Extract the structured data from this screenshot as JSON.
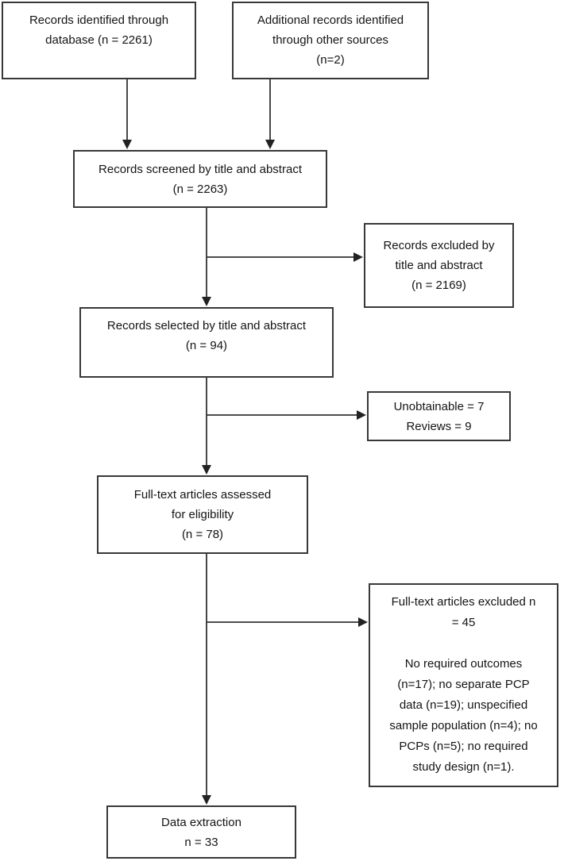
{
  "diagram": {
    "type": "flowchart",
    "nodes": {
      "identified_database": {
        "text": "Records identified through\ndatabase (n = 2261)"
      },
      "identified_other": {
        "text": "Additional records identified\nthrough other sources\n(n=2)"
      },
      "screened": {
        "text": "Records screened by title and abstract\n(n = 2263)"
      },
      "excluded_title_abstract": {
        "text": "Records excluded by\ntitle and abstract\n(n = 2169)"
      },
      "selected": {
        "text": "Records selected by title and abstract\n(n = 94)"
      },
      "unobtainable": {
        "text": "Unobtainable = 7\nReviews = 9"
      },
      "fulltext_assessed": {
        "text": "Full-text articles assessed\nfor eligibility\n(n = 78)"
      },
      "fulltext_excluded": {
        "text": "Full-text articles excluded n\n= 45\n\nNo required outcomes\n(n=17); no separate PCP\ndata (n=19); unspecified\nsample population (n=4); no\nPCPs (n=5); no required\nstudy design (n=1)."
      },
      "data_extraction": {
        "text": "Data extraction\nn = 33"
      }
    },
    "colors": {
      "box_border": "#383838",
      "text": "#141414",
      "arrow": "#222222",
      "background": "#ffffff"
    }
  }
}
